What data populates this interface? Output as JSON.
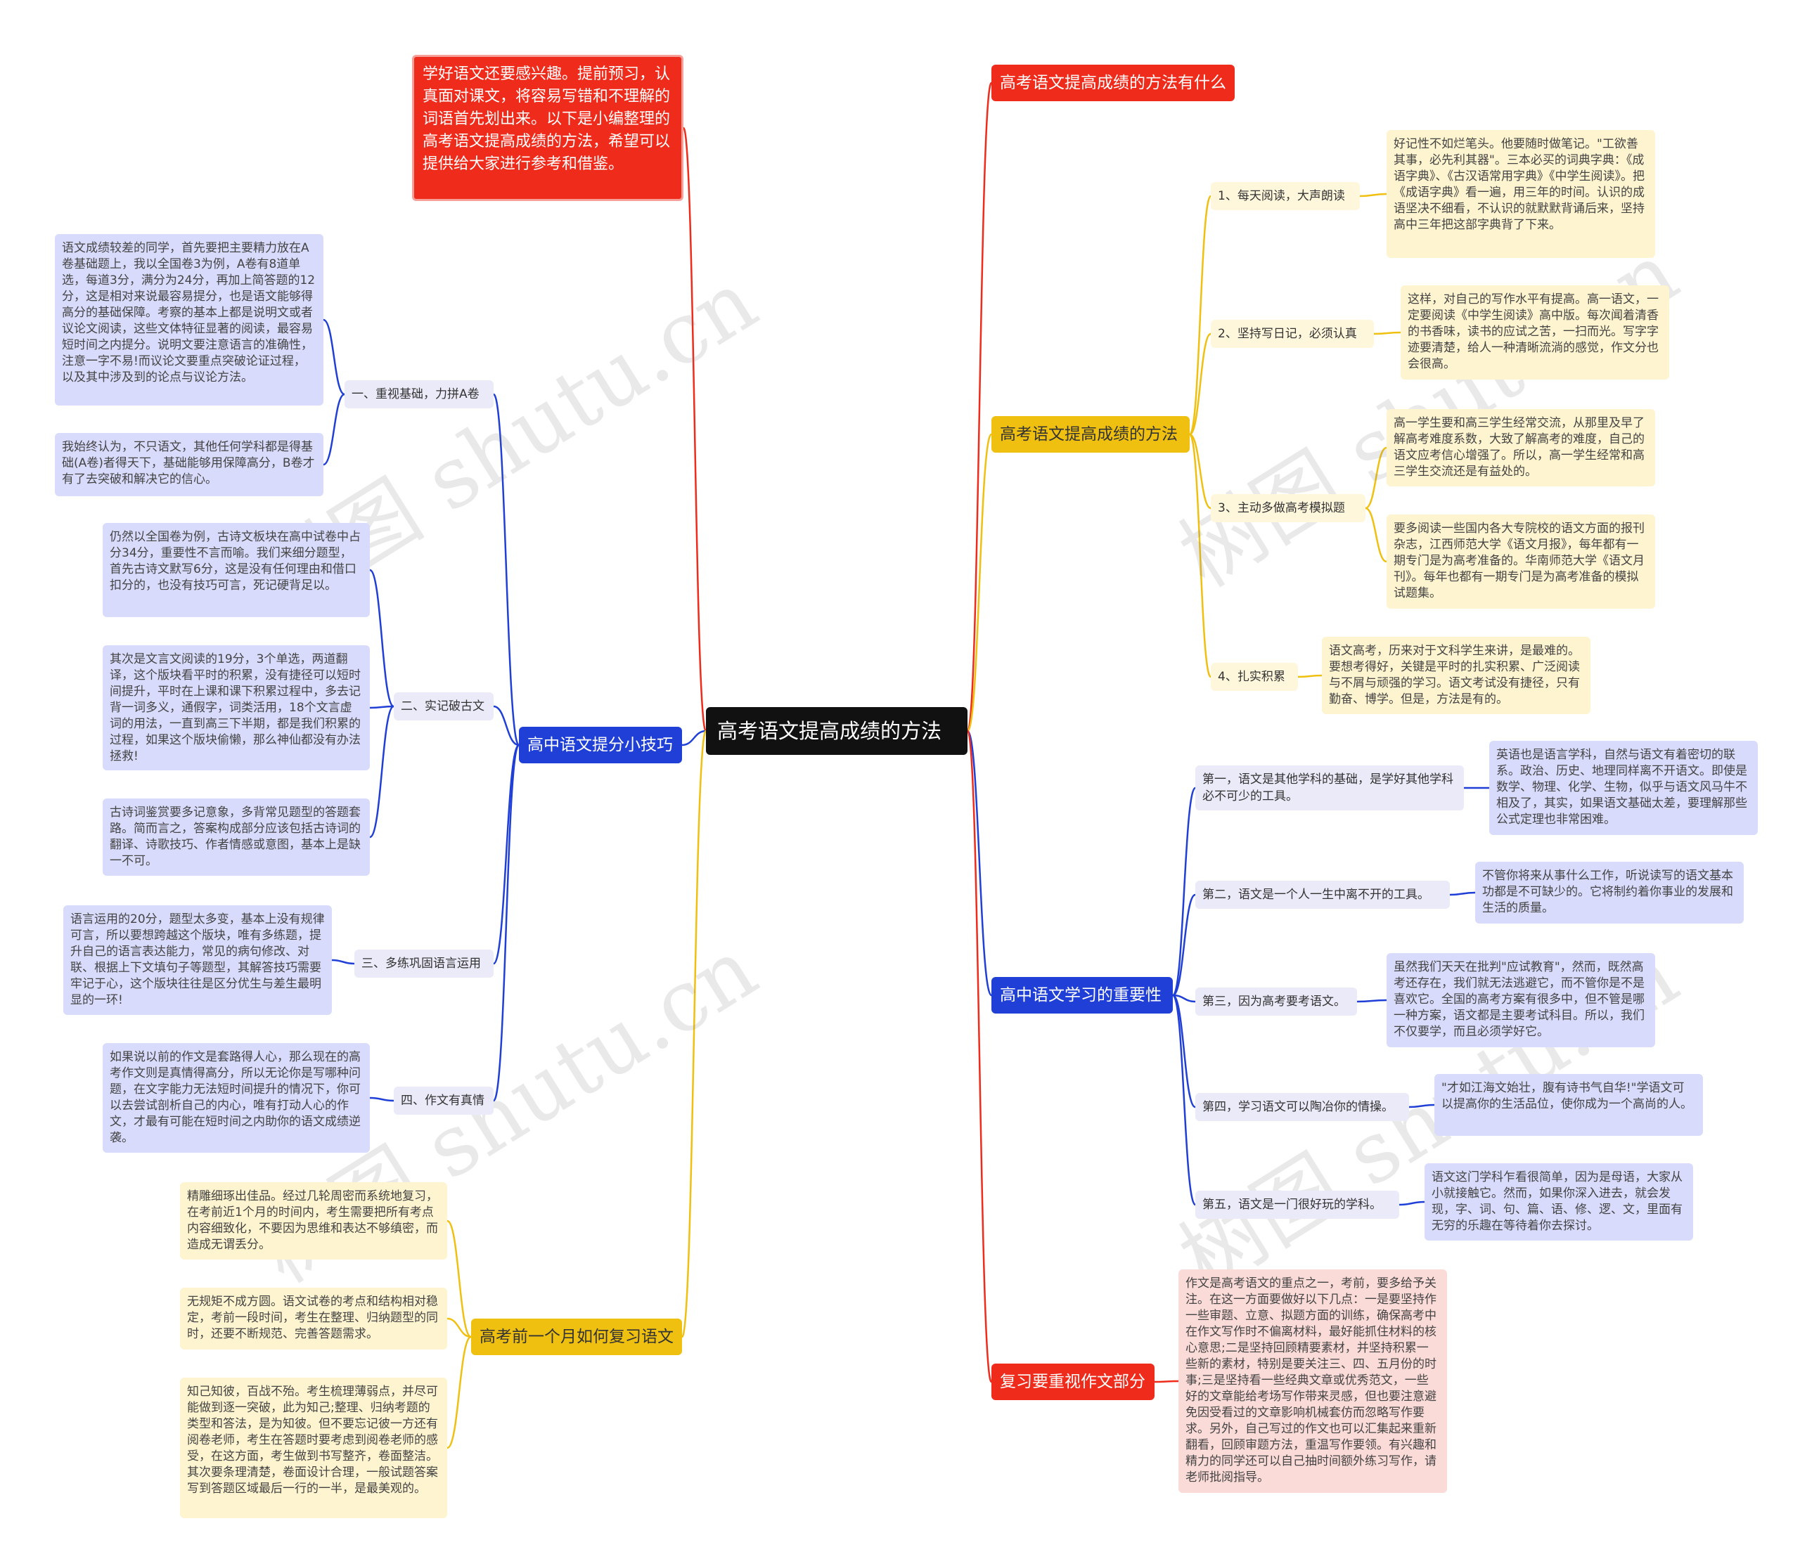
{
  "root": {
    "title": "高考语文提高成绩的方法"
  },
  "intro": {
    "text": "学好语文还要感兴趣。提前预习，认真面对课文，将容易写错和不理解的词语首先划出来。以下是小编整理的高考语文提高成绩的方法，希望可以提供给大家进行参考和借鉴。"
  },
  "left_branches": [
    {
      "label": "高中语文提分小技巧",
      "items": [
        {
          "label": "一、重视基础，力拼A卷",
          "leaves": [
            "语文成绩较差的同学，首先要把主要精力放在A卷基础题上，我以全国卷3为例，A卷有8道单选，每道3分，满分为24分，再加上简答题的12分，这是相对来说最容易提分，也是语文能够得高分的基础保障。考察的基本上都是说明文或者议论文阅读，这些文体特征显著的阅读，最容易短时间之内提分。说明文要注意语言的准确性，注意一字不易!而议论文要重点突破论证过程，以及其中涉及到的论点与议论方法。",
            "我始终认为，不只语文，其他任何学科都是得基础(A卷)者得天下，基础能够用保障高分，B卷才有了去突破和解决它的信心。"
          ]
        },
        {
          "label": "二、实记破古文",
          "leaves": [
            "仍然以全国卷为例，古诗文板块在高中试卷中占分34分，重要性不言而喻。我们来细分题型，首先古诗文默写6分，这是没有任何理由和借口扣分的，也没有技巧可言，死记硬背足以。",
            "其次是文言文阅读的19分，3个单选，两道翻译，这个版块看平时的积累，没有捷径可以短时间提升，平时在上课和课下积累过程中，多去记背一词多义，通假字，词类活用，18个文言虚词的用法，一直到高三下半期，都是我们积累的过程，如果这个版块偷懒，那么神仙都没有办法拯救!",
            "古诗词鉴赏要多记意象，多背常见题型的答题套路。简而言之，答案构成部分应该包括古诗词的翻译、诗歌技巧、作者情感或意图，基本上是缺一不可。"
          ]
        },
        {
          "label": "三、多练巩固语言运用",
          "leaves": [
            "语言运用的20分，题型太多变，基本上没有规律可言，所以要想跨越这个版块，唯有多练题，提升自己的语言表达能力，常见的病句修改、对联、根据上下文填句子等题型，其解答技巧需要牢记于心，这个版块往往是区分优生与差生最明显的一环!"
          ]
        },
        {
          "label": "四、作文有真情",
          "leaves": [
            "如果说以前的作文是套路得人心，那么现在的高考作文则是真情得高分，所以无论你是写哪种问题，在文字能力无法短时间提升的情况下，你可以去尝试剖析自己的内心，唯有打动人心的作文，才最有可能在短时间之内助你的语文成绩逆袭。"
          ]
        }
      ]
    },
    {
      "label": "高考前一个月如何复习语文",
      "leaves": [
        "精雕细琢出佳品。经过几轮周密而系统地复习，在考前近1个月的时间内，考生需要把所有考点内容细致化，不要因为思维和表达不够缜密，而造成无谓丢分。",
        "无规矩不成方圆。语文试卷的考点和结构相对稳定，考前一段时间，考生在整理、归纳题型的同时，还要不断规范、完善答题需求。",
        "知己知彼，百战不殆。考生梳理薄弱点，并尽可能做到逐一突破，此为知己;整理、归纳考题的类型和答法，是为知彼。但不要忘记彼一方还有阅卷老师，考生在答题时要考虑到阅卷老师的感受，在这方面，考生做到书写整齐，卷面整洁。其次要条理清楚，卷面设计合理，一般试题答案写到答题区域最后一行的一半，是最美观的。"
      ]
    }
  ],
  "right_branches": [
    {
      "label": "高考语文提高成绩的方法有什么"
    },
    {
      "label": "高考语文提高成绩的方法",
      "items": [
        {
          "label": "1、每天阅读，大声朗读",
          "leaves": [
            "好记性不如烂笔头。他要随时做笔记。\"工欲善其事，必先利其器\"。三本必买的词典字典：《成语字典》、《古汉语常用字典》《中学生阅读》。把《成语字典》看一遍，用三年的时间。认识的成语坚决不细看，不认识的就默默背诵后来，坚持高中三年把这部字典背了下来。"
          ]
        },
        {
          "label": "2、坚持写日记，必须认真",
          "leaves": [
            "这样，对自己的写作水平有提高。高一语文，一定要阅读《中学生阅读》高中版。每次闻着清香的书香味，读书的应试之苦，一扫而光。写字字迹要清楚，给人一种清晰流淌的感觉，作文分也会很高。"
          ]
        },
        {
          "label": "3、主动多做高考模拟题",
          "leaves": [
            "高一学生要和高三学生经常交流，从那里及早了解高考难度系数，大致了解高考的难度，自己的语文应考信心增强了。所以，高一学生经常和高三学生交流还是有益处的。",
            "要多阅读一些国内各大专院校的语文方面的报刊杂志，江西师范大学《语文月报》，每年都有一期专门是为高考准备的。华南师范大学《语文月刊》。每年也都有一期专门是为高考准备的模拟试题集。"
          ]
        },
        {
          "label": "4、扎实积累",
          "leaves": [
            "语文高考，历来对于文科学生来讲，是最难的。要想考得好，关键是平时的扎实积累、广泛阅读与不屑与顽强的学习。语文考试没有捷径，只有勤奋、博学。但是，方法是有的。"
          ]
        }
      ]
    },
    {
      "label": "高中语文学习的重要性",
      "items": [
        {
          "label": "第一，语文是其他学科的基础，是学好其他学科必不可少的工具。",
          "leaves": [
            "英语也是语言学科，自然与语文有着密切的联系。政治、历史、地理同样离不开语文。即使是数学、物理、化学、生物，似乎与语文风马牛不相及了，其实，如果语文基础太差，要理解那些公式定理也非常困难。"
          ]
        },
        {
          "label": "第二，语文是一个人一生中离不开的工具。",
          "leaves": [
            "不管你将来从事什么工作，听说读写的语文基本功都是不可缺少的。它将制约着你事业的发展和生活的质量。"
          ]
        },
        {
          "label": "第三，因为高考要考语文。",
          "leaves": [
            "虽然我们天天在批判\"应试教育\"，然而，既然高考还存在，我们就无法逃避它，而不管你是不是喜欢它。全国的高考方案有很多中，但不管是哪一种方案，语文都是主要考试科目。所以，我们不仅要学，而且必须学好它。"
          ]
        },
        {
          "label": "第四，学习语文可以陶冶你的情操。",
          "leaves": [
            "\"才如江海文始壮，腹有诗书气自华!\"学语文可以提高你的生活品位，使你成为一个高尚的人。"
          ]
        },
        {
          "label": "第五，语文是一门很好玩的学科。",
          "leaves": [
            "语文这门学科乍看很简单，因为是母语，大家从小就接触它。然而，如果你深入进去，就会发现，字、词、句、篇、语、修、逻、文，里面有无穷的乐趣在等待着你去探讨。"
          ]
        }
      ]
    },
    {
      "label": "复习要重视作文部分",
      "leaves": [
        "作文是高考语文的重点之一，考前，要多给予关注。在这一方面要做好以下几点：一是要坚持作一些审题、立意、拟题方面的训练，确保高考中在作文写作时不偏离材料，最好能抓住材料的核心意思;二是坚持回顾精要素材，并坚持积累一些新的素材，特别是要关注三、四、五月份的时事;三是坚持看一些经典文章或优秀范文，一些好的文章能给考场写作带来灵感，但也要注意避免因受看过的文章影响机械套仿而忽略写作要求。另外，自己写过的作文也可以汇集起来重新翻看，回顾审题方法，重温写作要领。有兴趣和精力的同学还可以自己抽时间额外练习写作，请老师批阅指导。"
      ]
    }
  ],
  "watermark": {
    "text": "树图 shutu.cn"
  },
  "colors": {
    "red": "#ef2b1b",
    "yellow": "#efc010",
    "blue": "#1f3fd6",
    "root": "#111111"
  }
}
